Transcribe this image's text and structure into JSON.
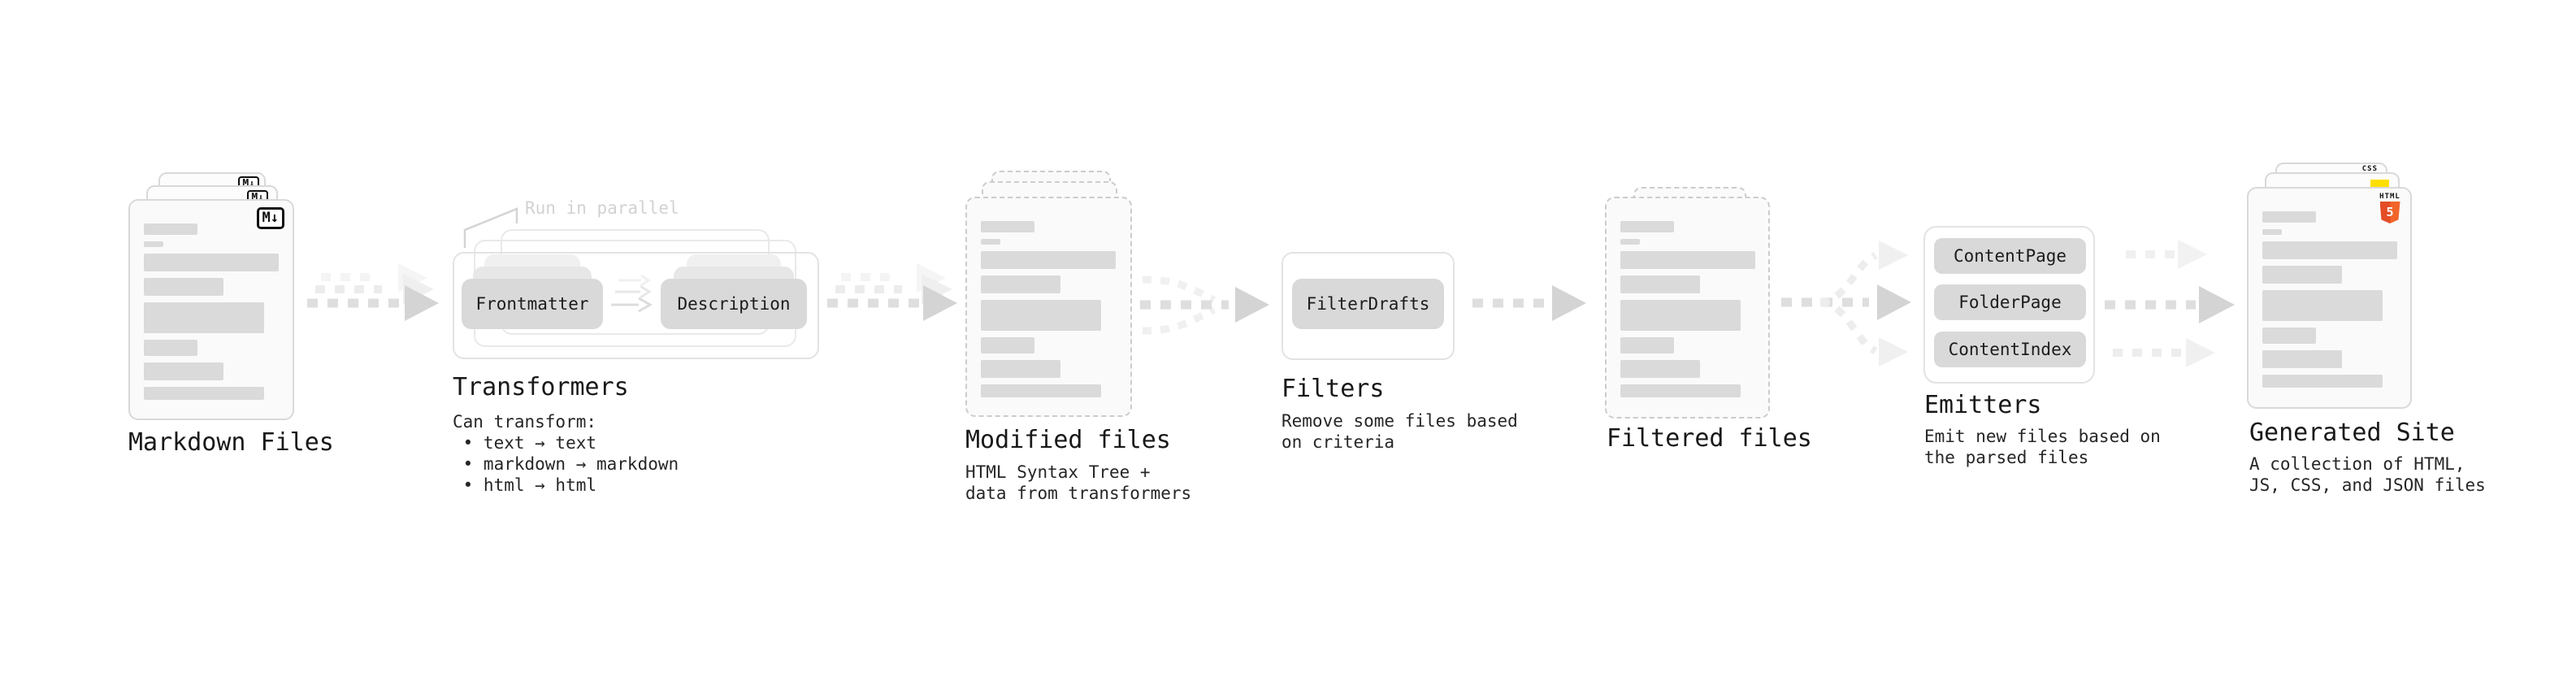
{
  "stages": {
    "markdown_files": {
      "label": "Markdown Files",
      "badge": "M↓"
    },
    "transformers": {
      "label": "Transformers",
      "annotation": "Run in parallel",
      "buttons": [
        "Frontmatter",
        "Description"
      ],
      "desc": "Can transform:\n • text → text\n • markdown → markdown\n • html → html"
    },
    "modified_files": {
      "label": "Modified files",
      "desc": "HTML Syntax Tree +\ndata from transformers"
    },
    "filters": {
      "label": "Filters",
      "buttons": [
        "FilterDrafts"
      ],
      "desc": "Remove some files based\non criteria"
    },
    "filtered_files": {
      "label": "Filtered files"
    },
    "emitters": {
      "label": "Emitters",
      "buttons": [
        "ContentPage",
        "FolderPage",
        "ContentIndex"
      ],
      "desc": "Emit new files based on\nthe parsed files"
    },
    "generated_site": {
      "label": "Generated Site",
      "desc": "A collection of HTML,\nJS, CSS, and JSON files",
      "badges": {
        "css": "CSS",
        "html": "HTML",
        "five": "5"
      }
    }
  },
  "colors": {
    "html5_orange": "#e44d26",
    "js_yellow": "#ffdf00",
    "css_blue": "#2c62f6",
    "arrow_gray": "#dedede",
    "pill_gray": "#d9d9d9",
    "card_bg": "#fafafa",
    "text": "#1c1c1c",
    "muted_annotation": "#d2d2d2"
  }
}
